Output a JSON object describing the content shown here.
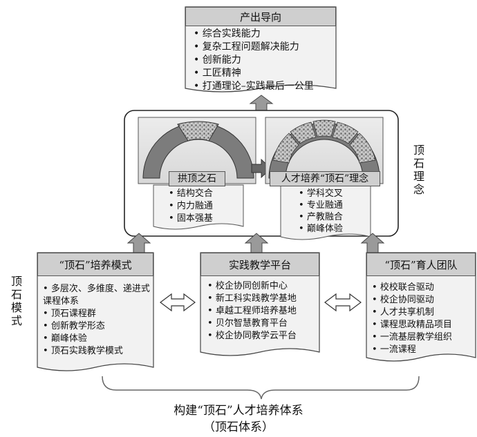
{
  "output": {
    "title": "产出导向",
    "items": [
      "综合实践能力",
      "复杂工程问题解决能力",
      "创新能力",
      "工匠精神",
      "打通理论–实践最后一公里"
    ]
  },
  "keystone_concept": {
    "side_label": "顶石理念",
    "arch_left": {
      "title": "拱顶之石",
      "items": [
        "结构交合",
        "内力融通",
        "固本强基"
      ]
    },
    "arch_right": {
      "title": "人才培养“顶石”理念",
      "items": [
        "学科交叉",
        "专业融通",
        "产教融合",
        "巅峰体验"
      ]
    }
  },
  "keystone_mode": {
    "side_label": "顶石模式",
    "training_mode": {
      "title": "“顶石”培养模式",
      "items": [
        "多层次、多维度、递进式课程体系",
        "顶石课程群",
        "创新教学形态",
        "巅峰体验",
        "顶石实践教学模式"
      ]
    },
    "practice_platform": {
      "title": "实践教学平台",
      "items": [
        "校企协同创新中心",
        "新工科实践教学基地",
        "卓越工程师培养基地",
        "贝尔智慧教育平台",
        "校企协同教学云平台"
      ]
    },
    "team": {
      "title": "“顶石”育人团队",
      "items": [
        "校校联合驱动",
        "校企协同驱动",
        "人才共享机制",
        "课程思政精品项目",
        "一流基层教学组织",
        "一流课程"
      ]
    }
  },
  "caption": {
    "line1": "构建“顶石”人才培养体系",
    "line2": "（顶石体系）"
  }
}
